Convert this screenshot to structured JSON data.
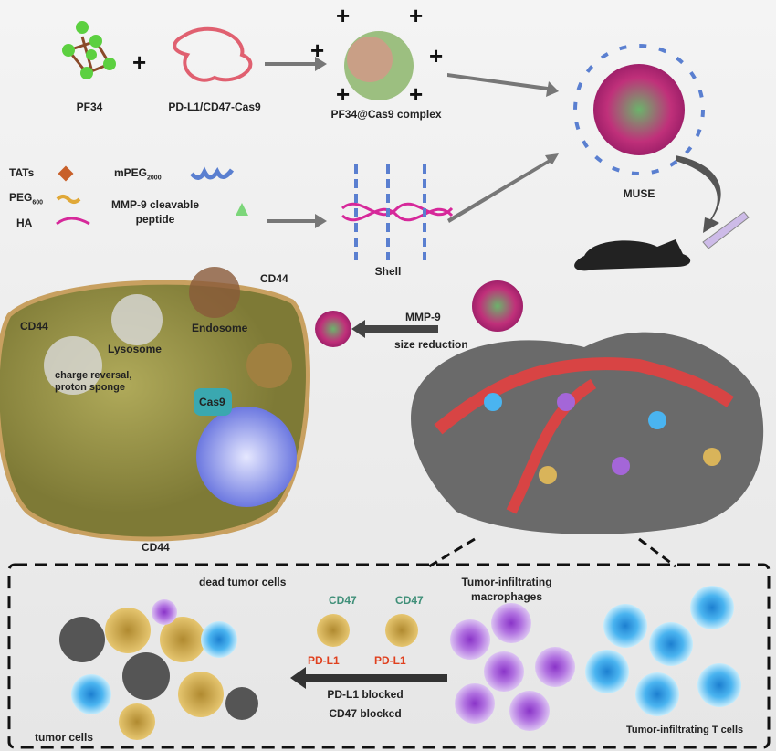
{
  "top_row": {
    "pf34": "PF34",
    "plus": "+",
    "cas9_plasmid": "PD-L1/CD47-Cas9",
    "complex": "PF34@Cas9 complex",
    "complex_charge": "+",
    "muse": "MUSE",
    "shell": "Shell"
  },
  "legend": {
    "tats": "TATs",
    "peg600": "PEG",
    "peg600_sub": "600",
    "ha": "HA",
    "mpeg2000": "mPEG",
    "mpeg2000_sub": "2000",
    "mmp9_line1": "MMP-9 cleavable",
    "mmp9_line2": "peptide"
  },
  "cell": {
    "cd44": "CD44",
    "endosome": "Endosome",
    "lysosome": "Lysosome",
    "charge_reversal_1": "charge reversal,",
    "charge_reversal_2": "proton sponge",
    "cas9": "Cas9"
  },
  "middle": {
    "mmp9": "MMP-9",
    "size_reduction": "size reduction"
  },
  "bottom_box": {
    "dead_tumor_cells": "dead tumor cells",
    "tumor_cells": "tumor cells",
    "cd47": "CD47",
    "pdl1": "PD-L1",
    "pdl1_blocked": "PD-L1 blocked",
    "cd47_blocked": "CD47 blocked",
    "macrophages_1": "Tumor-infiltrating",
    "macrophages_2": "macrophages",
    "t_cells": "Tumor-infiltrating T cells"
  },
  "colors": {
    "ha": "#d6289a",
    "tat": "#c8602a",
    "peg": "#e0a838",
    "mpeg": "#5a7fd0",
    "mmp9": "#7cd67a",
    "cell": "#9a9a4a",
    "macrophage": "#a466d8",
    "tcell": "#3ca8e8",
    "tumor": "#d9b45a"
  }
}
